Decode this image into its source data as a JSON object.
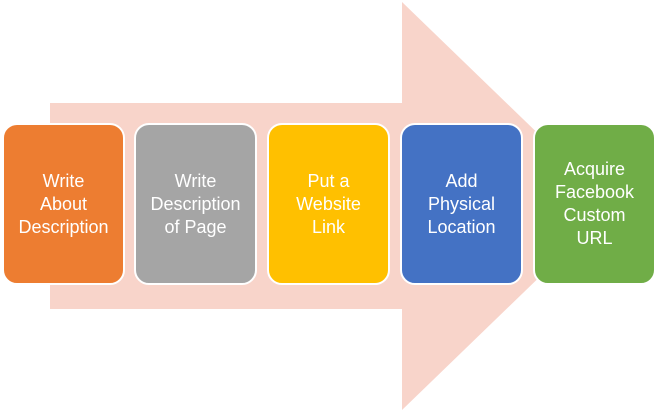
{
  "diagram": {
    "arrow_color": "#f8d4ca",
    "steps": [
      {
        "label": "Write\nAbout\nDescription",
        "color": "#ed7d31"
      },
      {
        "label": "Write\nDescription\nof Page",
        "color": "#a5a5a5"
      },
      {
        "label": "Put a\nWebsite\nLink",
        "color": "#ffc000"
      },
      {
        "label": "Add\nPhysical\nLocation",
        "color": "#4472c4"
      },
      {
        "label": "Acquire\nFacebook\nCustom\nURL",
        "color": "#70ad47"
      }
    ]
  }
}
